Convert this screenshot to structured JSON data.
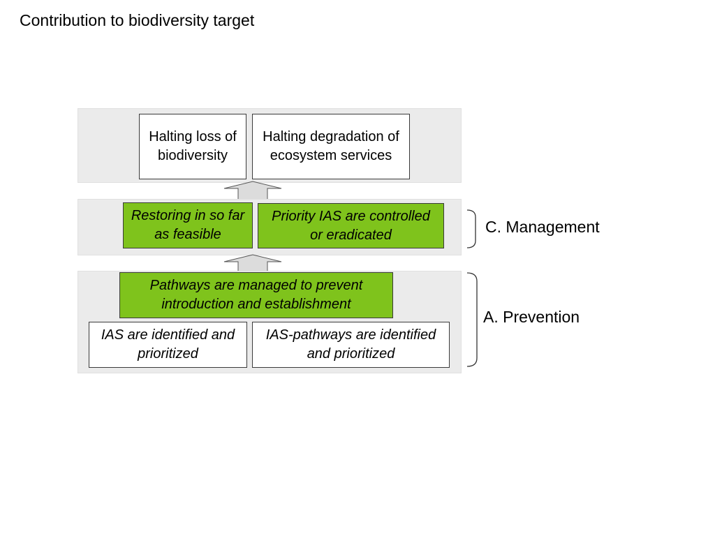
{
  "title": "Contribution to biodiversity target",
  "top_row": [
    "Halting loss of biodiversity",
    "Halting degradation of ecosystem services"
  ],
  "middle_row": [
    "Restoring in so far as feasible",
    "Priority IAS are controlled or eradicated"
  ],
  "bottom_row": {
    "main": "Pathways are managed to prevent introduction and establishment",
    "sub": [
      "IAS are identified and prioritized",
      "IAS-pathways are identified and prioritized"
    ]
  },
  "labels": {
    "management": "C. Management",
    "prevention": "A. Prevention"
  },
  "colors": {
    "band_fill": "#ebebeb",
    "green_fill": "#7fc31c",
    "arrow_fill": "#dcdcdc"
  }
}
